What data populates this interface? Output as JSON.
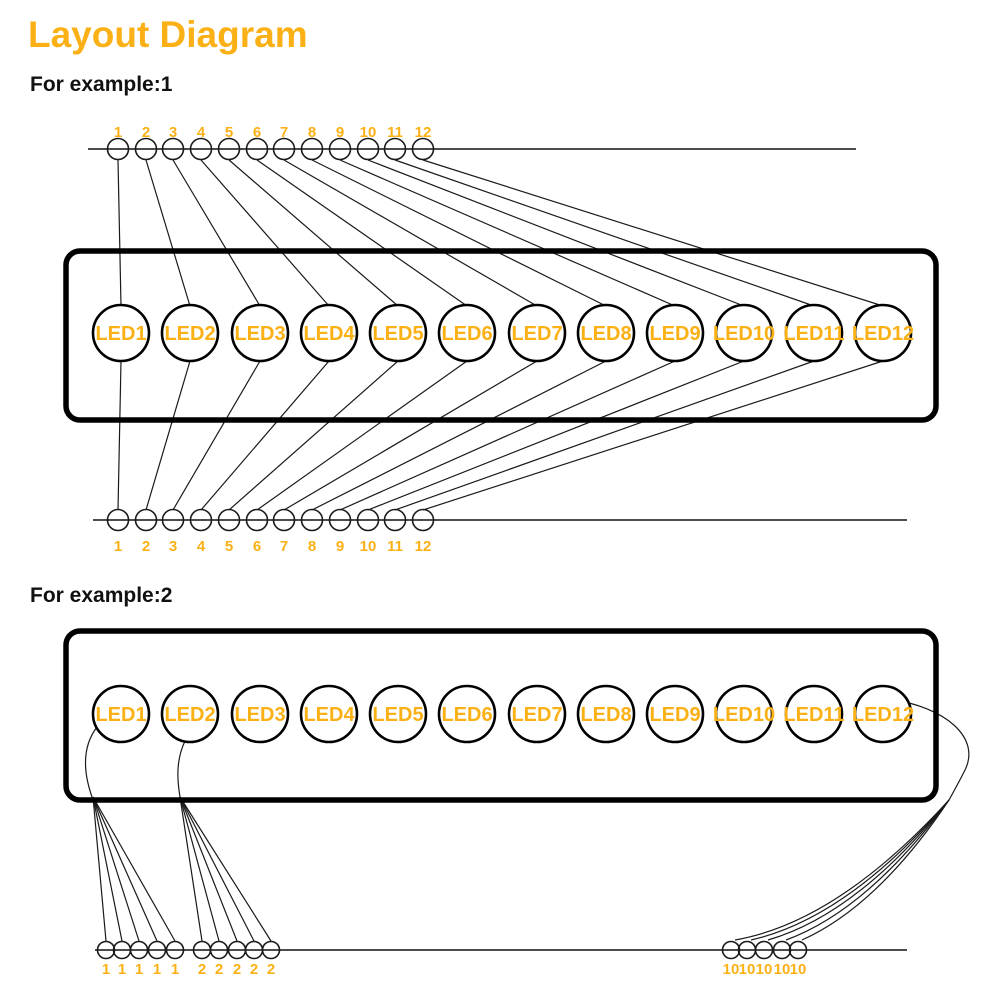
{
  "title": "Layout Diagram",
  "accent_color": "#FBB116",
  "example1": {
    "label": "For example:1",
    "top_pins": [
      "1",
      "2",
      "3",
      "4",
      "5",
      "6",
      "7",
      "8",
      "9",
      "10",
      "11",
      "12"
    ],
    "leds": [
      "LED1",
      "LED2",
      "LED3",
      "LED4",
      "LED5",
      "LED6",
      "LED7",
      "LED8",
      "LED9",
      "LED10",
      "LED11",
      "LED12"
    ],
    "bottom_pins": [
      "1",
      "2",
      "3",
      "4",
      "5",
      "6",
      "7",
      "8",
      "9",
      "10",
      "11",
      "12"
    ]
  },
  "example2": {
    "label": "For example:2",
    "leds": [
      "LED1",
      "LED2",
      "LED3",
      "LED4",
      "LED5",
      "LED6",
      "LED7",
      "LED8",
      "LED9",
      "LED10",
      "LED11",
      "LED12"
    ],
    "group1_pins": [
      "1",
      "1",
      "1",
      "1",
      "1"
    ],
    "group2_pins": [
      "2",
      "2",
      "2",
      "2",
      "2"
    ],
    "group3_pins": [
      "10",
      "10",
      "10",
      "10",
      "10"
    ]
  }
}
